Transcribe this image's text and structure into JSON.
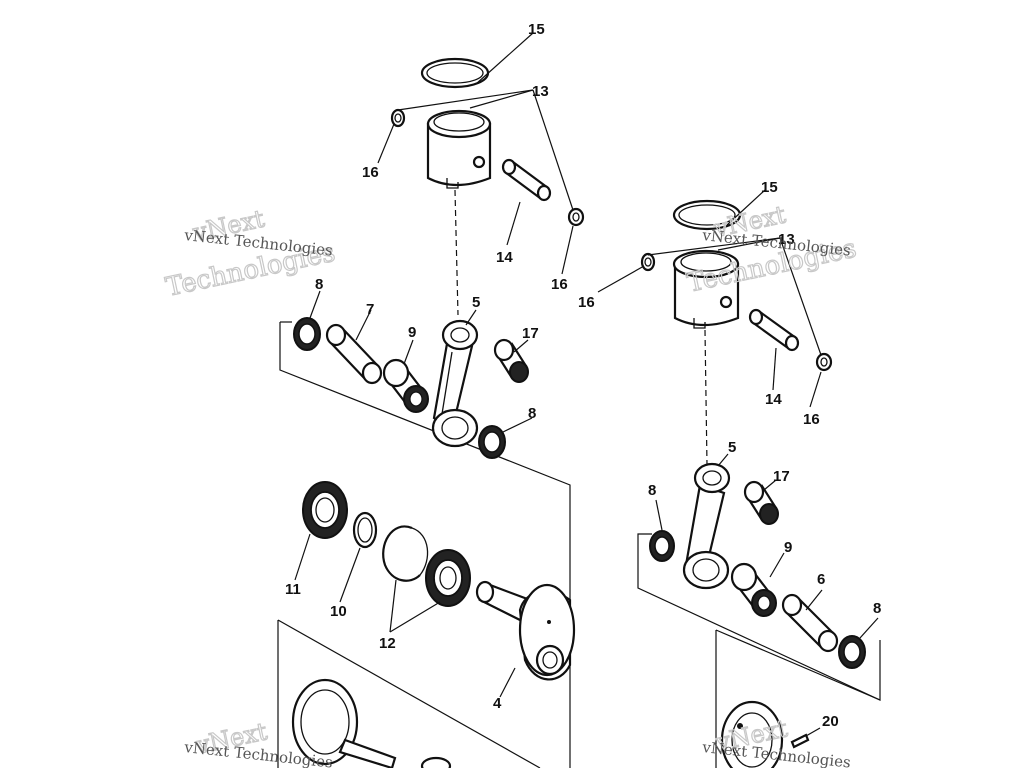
{
  "callouts": {
    "c15a": "15",
    "c13a": "13",
    "c16a": "16",
    "c16b": "16",
    "c14a": "14",
    "c8a": "8",
    "c7": "7",
    "c9a": "9",
    "c5a": "5",
    "c17a": "17",
    "c8b": "8",
    "c11": "11",
    "c10": "10",
    "c12": "12",
    "c4": "4",
    "c15b": "15",
    "c13b": "13",
    "c16c": "16",
    "c14b": "14",
    "c16d": "16",
    "c5b": "5",
    "c17b": "17",
    "c8c": "8",
    "c9b": "9",
    "c6": "6",
    "c8d": "8",
    "c20": "20"
  },
  "watermark": {
    "line1": "vNext",
    "line2": "Technologies",
    "small": "vNext Technologies"
  }
}
